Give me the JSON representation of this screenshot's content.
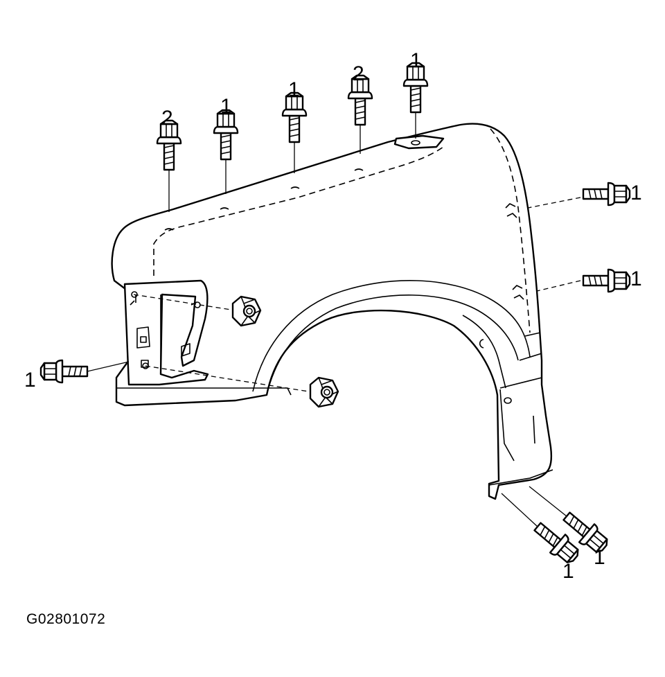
{
  "figure_id": "G02801072",
  "callouts": {
    "bolt_top_1": "2",
    "bolt_top_2": "1",
    "bolt_top_3": "1",
    "bolt_top_4": "2",
    "bolt_top_5": "1",
    "bolt_rear_upper": "1",
    "bolt_rear_lower": "1",
    "bolt_front": "1",
    "bolt_bottom_left": "1",
    "bolt_bottom_right": "1"
  }
}
